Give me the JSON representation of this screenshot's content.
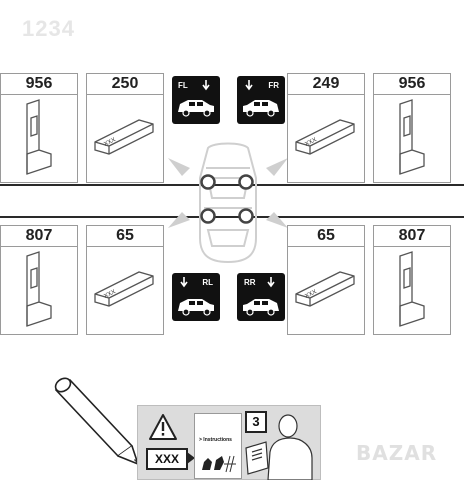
{
  "watermark_code": "1234",
  "brand_watermark": "BAZAR",
  "top_parts": [
    {
      "qty": "956",
      "shape": "bracket"
    },
    {
      "qty": "250",
      "shape": "pad"
    },
    {
      "qty": "249",
      "shape": "pad"
    },
    {
      "qty": "956",
      "shape": "bracket"
    }
  ],
  "bottom_parts": [
    {
      "qty": "807",
      "shape": "bracket"
    },
    {
      "qty": "65",
      "shape": "pad"
    },
    {
      "qty": "65",
      "shape": "pad"
    },
    {
      "qty": "807",
      "shape": "bracket"
    }
  ],
  "part_label": "XXX",
  "positions": {
    "front_left": "FL",
    "front_right": "FR",
    "rear_left": "RL",
    "rear_right": "RR"
  },
  "instructions": {
    "code": "XXX",
    "booklet_title": "> Instructions",
    "step": "3",
    "warning_icon": "warning-triangle-icon",
    "pencil_icon": "pencil-icon",
    "reader_icon": "person-reading-icon"
  },
  "colors": {
    "icon_bg": "#111111",
    "panel": "#dcdcdc",
    "frame": "#9a9a9a"
  }
}
